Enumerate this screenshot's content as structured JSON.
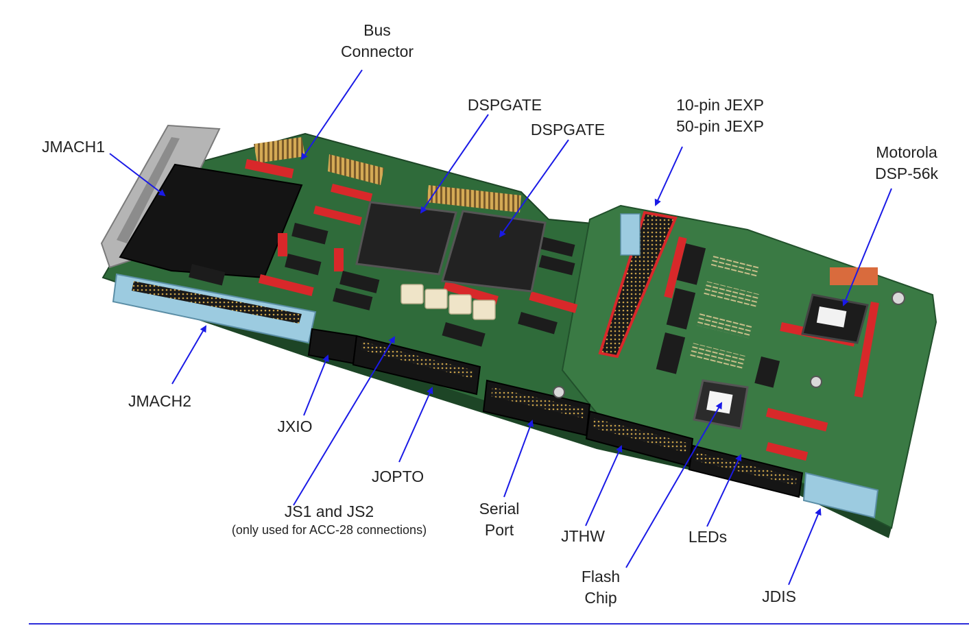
{
  "colors": {
    "arrow": "#1a1ae6",
    "rule": "#2b2bd9",
    "pcb_green": "#2f6b3a",
    "connector_blue": "#9ccbe0",
    "header_red": "#d8282a",
    "chip_black": "#1c1c1c",
    "beige_relay": "#efe4c8"
  },
  "labels": {
    "bus_connector_1": "Bus",
    "bus_connector_2": "Connector",
    "dspgate_a": "DSPGATE",
    "dspgate_b": "DSPGATE",
    "jexp_1": "10-pin JEXP",
    "jexp_2": "50-pin JEXP",
    "jmach1": "JMACH1",
    "motorola_1": "Motorola",
    "motorola_2": "DSP-56k",
    "jmach2": "JMACH2",
    "jxio": "JXIO",
    "jopto": "JOPTO",
    "js_title": "JS1 and JS2",
    "js_note": "(only used for ACC-28 connections)",
    "serial_1": "Serial",
    "serial_2": "Port",
    "jthw": "JTHW",
    "leds": "LEDs",
    "flash_1": "Flash",
    "flash_2": "Chip",
    "jdis": "JDIS"
  }
}
